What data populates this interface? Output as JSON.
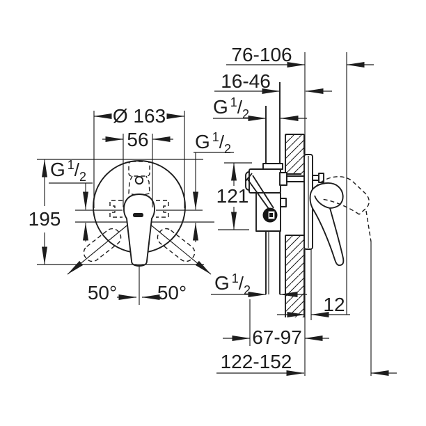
{
  "colors": {
    "line": "#1d1d1d",
    "background": "#ffffff"
  },
  "front_view": {
    "diameter": "Ø 163",
    "cap_width": "56",
    "height": "195",
    "angle_left": "50°",
    "angle_right": "50°"
  },
  "side_view": {
    "depth_range": "76-106",
    "wall_depth_range": "16-46",
    "body_height": "121",
    "plate_thickness": "12",
    "body_depth_range": "67-97",
    "total_depth_range": "122-152"
  },
  "thread": {
    "letter": "G",
    "numerator": "1",
    "slash": "/",
    "denominator": "2"
  }
}
